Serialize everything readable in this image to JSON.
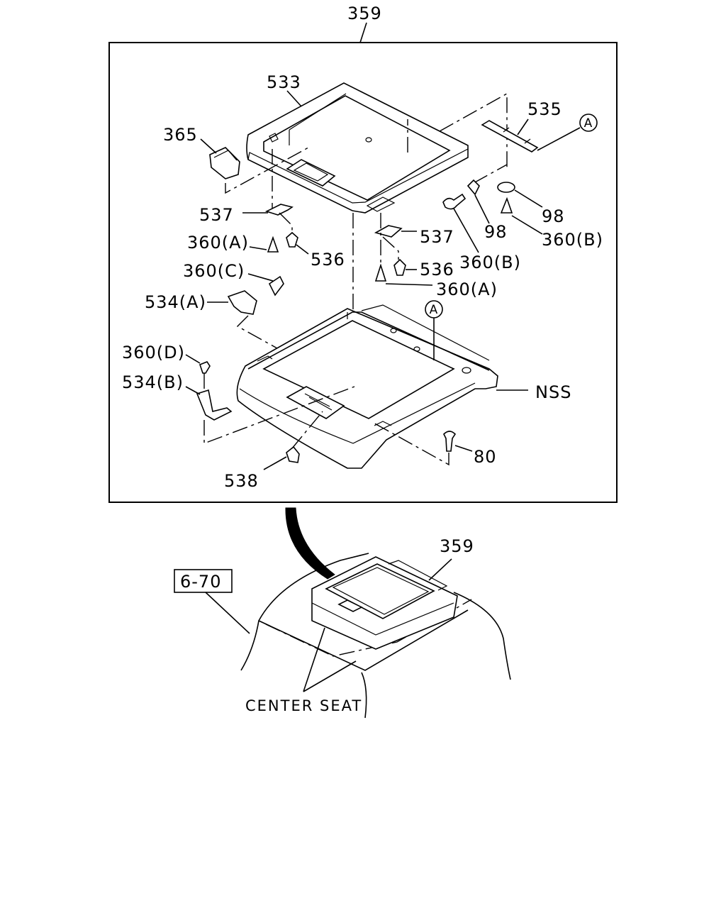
{
  "callouts": {
    "assembly_top": "359",
    "assembly_bottom": "359",
    "lid": "533",
    "bracket_right": "535",
    "circle_a_top": "A",
    "circle_a_mid": "A",
    "switch": "365",
    "clip_left": "537",
    "clip_right": "537",
    "screw_a_left": "360(A)",
    "screw_a_right": "360(A)",
    "bumper_left": "536",
    "bumper_right": "536",
    "screw_c": "360(C)",
    "hinge_a": "534(A)",
    "screw_d": "360(D)",
    "hinge_b": "534(B)",
    "washer_left": "98",
    "washer_right": "98",
    "screw_b_left": "360(B)",
    "screw_b_right": "360(B)",
    "base": "NSS",
    "bolt": "80",
    "latch": "538",
    "ref_page": "6-70",
    "center_seat": "CENTER SEAT"
  }
}
